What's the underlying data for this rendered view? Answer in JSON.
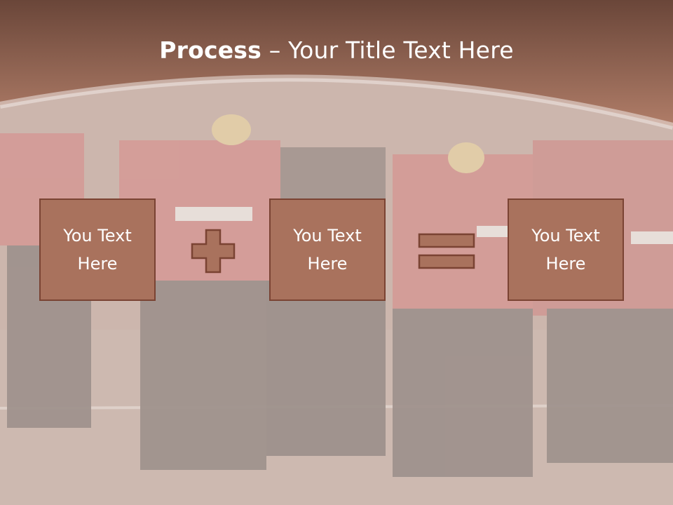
{
  "title": {
    "bold": "Process",
    "separator": " – ",
    "rest": "Your Title Text Here"
  },
  "boxes": [
    {
      "text": "You Text Here"
    },
    {
      "text": "You Text Here"
    },
    {
      "text": "You Text Here"
    }
  ],
  "operators": [
    "plus",
    "equals"
  ],
  "colors": {
    "header_top": "#6e4b40",
    "header_bottom": "#b07c67",
    "box_fill": "#a9725d",
    "box_border": "#7a4333",
    "photo_wash": "#e6dcd6"
  }
}
